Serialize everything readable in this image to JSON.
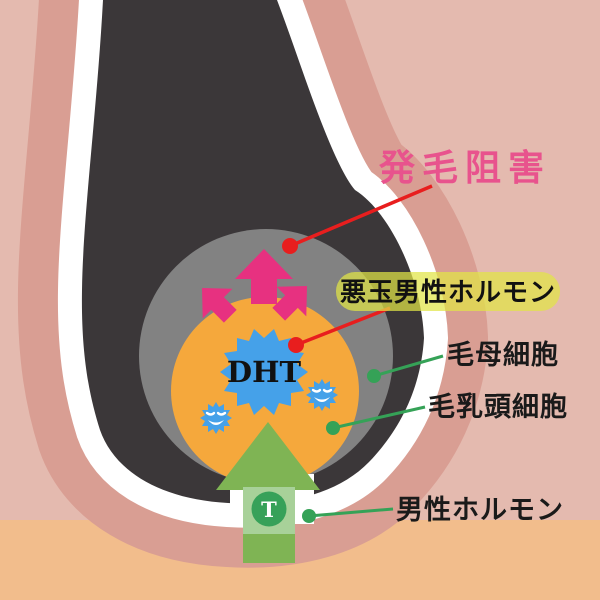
{
  "diagram": {
    "title_label": "発毛阻害",
    "badge_label": "悪玉男性ホルモン",
    "matrix_label": "毛母細胞",
    "papilla_label": "毛乳頭細胞",
    "male_hormone_label": "男性ホルモン",
    "dht_label": "DHT",
    "testosterone_label": "T"
  },
  "icons": {
    "dht_burst": "spiky-burst-icon",
    "virus": "evil-germ-icon",
    "up_arrow_magenta": "hormone-spread-arrow-icon",
    "up_arrow_green": "testosterone-flow-arrow-icon"
  },
  "colors": {
    "background_skin": "#E4BAAF",
    "skin_band": "#D99E93",
    "subcutis": "#F2BD8C",
    "outline_white": "#FFFFFF",
    "follicle_dark": "#3B3739",
    "matrix_gray": "#828282",
    "papilla_orange": "#F5A83C",
    "dht_blue": "#45A1E9",
    "magenta_arrow": "#E73180",
    "green_arrow": "#7FB454",
    "green_light_box": "#A8D199",
    "t_circle_green": "#37A159",
    "badge_yellow_green": "#E0E545",
    "title_pink": "#E8538D",
    "leader_red": "#E81E1E",
    "leader_green": "#35A257",
    "label_black": "#1A1A1A"
  }
}
